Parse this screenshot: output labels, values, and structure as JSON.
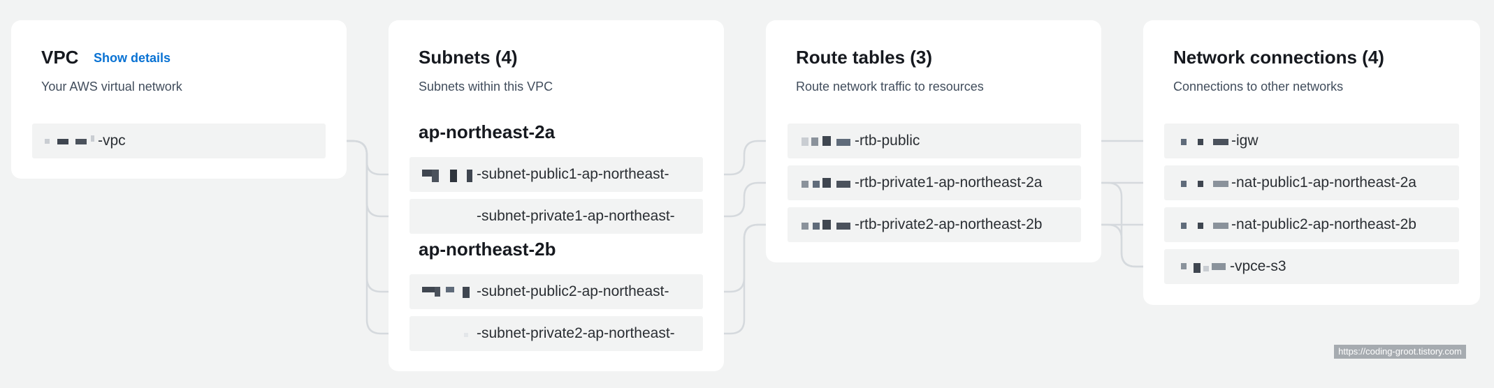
{
  "vpc": {
    "title": "VPC",
    "show_details": "Show details",
    "subtitle": "Your AWS virtual network",
    "items": [
      {
        "label": "-vpc"
      }
    ]
  },
  "subnets": {
    "title": "Subnets (4)",
    "subtitle": "Subnets within this VPC",
    "groups": [
      {
        "name": "ap-northeast-2a",
        "items": [
          {
            "label": "-subnet-public1-ap-northeast-"
          },
          {
            "label": "-subnet-private1-ap-northeast-"
          }
        ]
      },
      {
        "name": "ap-northeast-2b",
        "items": [
          {
            "label": "-subnet-public2-ap-northeast-"
          },
          {
            "label": "-subnet-private2-ap-northeast-"
          }
        ]
      }
    ]
  },
  "route_tables": {
    "title": "Route tables (3)",
    "subtitle": "Route network traffic to resources",
    "items": [
      {
        "label": "-rtb-public"
      },
      {
        "label": "-rtb-private1-ap-northeast-2a"
      },
      {
        "label": "-rtb-private2-ap-northeast-2b"
      }
    ]
  },
  "network_connections": {
    "title": "Network connections (4)",
    "subtitle": "Connections to other networks",
    "items": [
      {
        "label": "-igw"
      },
      {
        "label": "-nat-public1-ap-northeast-2a"
      },
      {
        "label": "-nat-public2-ap-northeast-2b"
      },
      {
        "label": "-vpce-s3"
      }
    ]
  },
  "watermark": "https://coding-groot.tistory.com",
  "colors": {
    "background": "#f2f3f3",
    "card": "#ffffff",
    "item": "#f2f3f3",
    "link": "#0972d3",
    "connector": "#d1d5db",
    "redaction": "#5f6b7a"
  }
}
